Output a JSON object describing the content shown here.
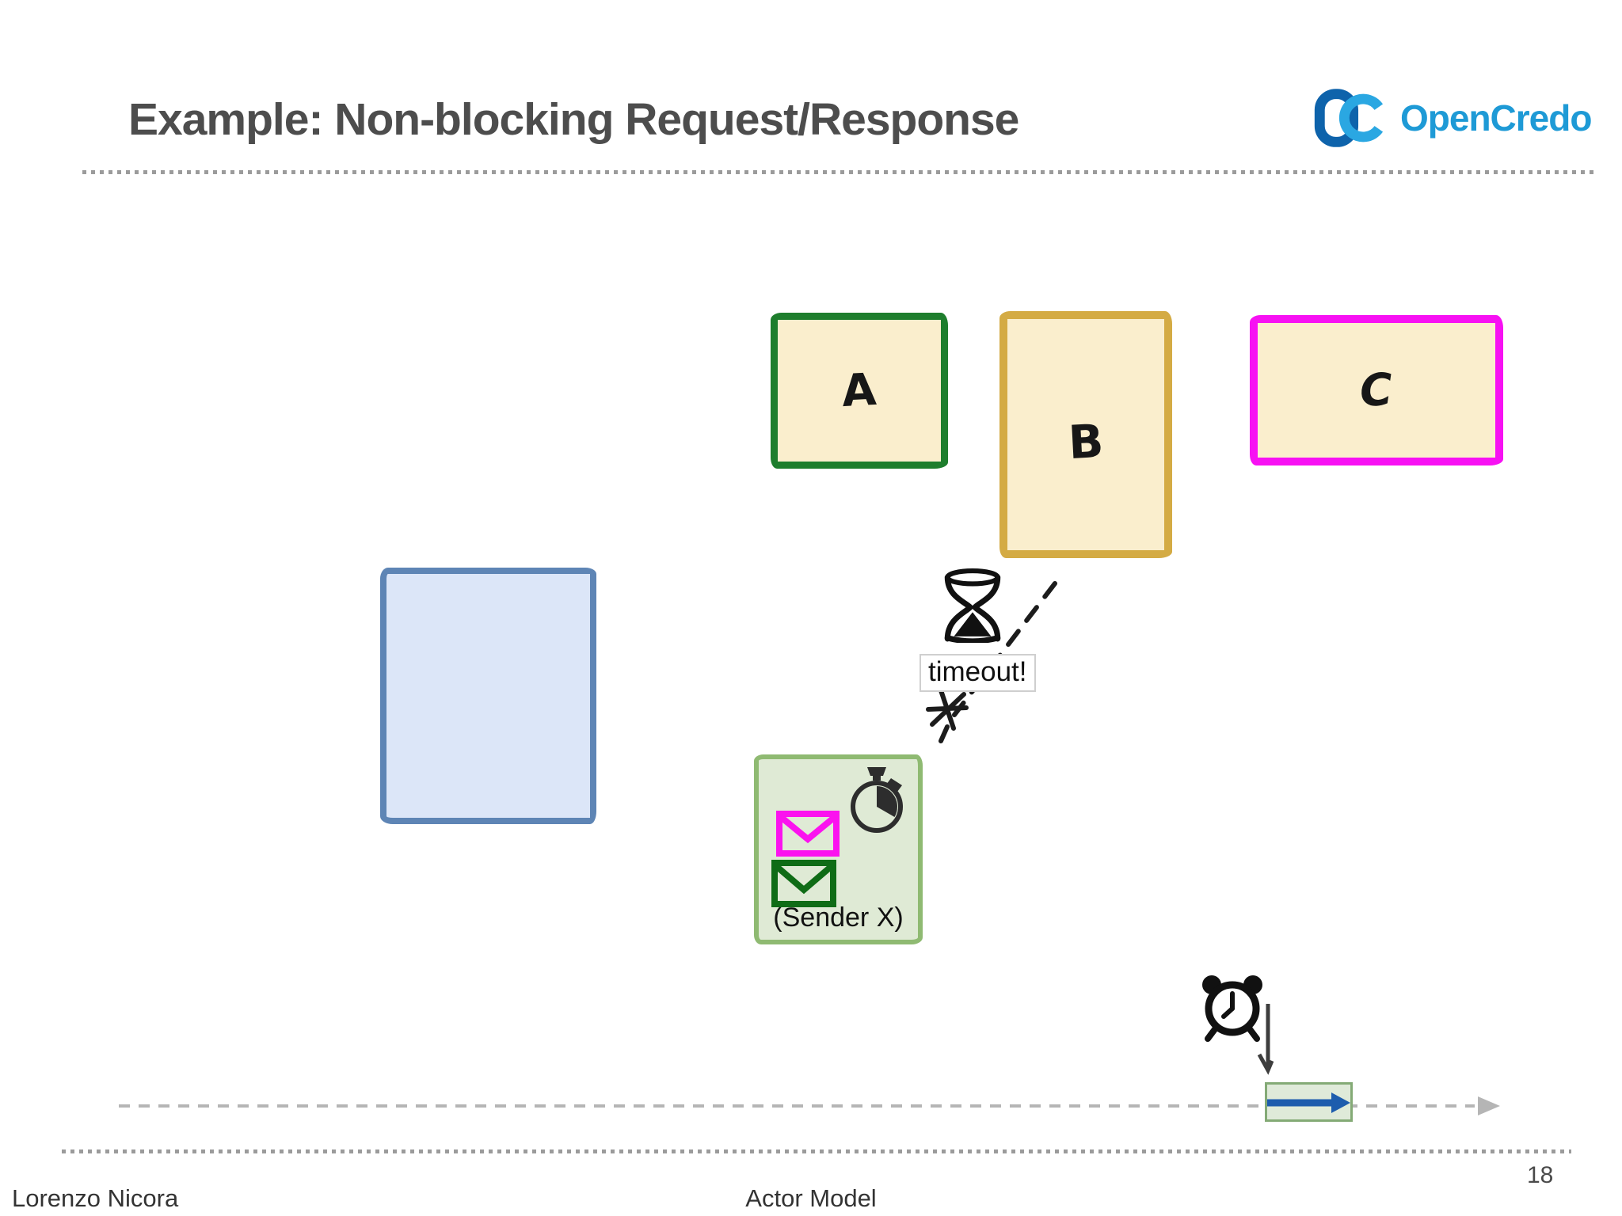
{
  "slide": {
    "title": "Example: Non-blocking Request/Response",
    "footer_left": "Lorenzo Nicora",
    "footer_center": "Actor Model",
    "page_number": "18"
  },
  "logo": {
    "brand": "OpenCredo",
    "monogram": "OC",
    "colors": {
      "o_dark_blue": "#0e63ab",
      "c_light_blue": "#2aa7e2",
      "text_blue": "#1e9ad6"
    }
  },
  "diagram": {
    "actors": [
      {
        "id": "A",
        "label": "A",
        "border_color": "#1e7e2d",
        "fill": "#faeecd"
      },
      {
        "id": "B",
        "label": "B",
        "border_color": "#d4ab44",
        "fill": "#faeecd"
      },
      {
        "id": "C",
        "label": "C",
        "border_color": "#f711f3",
        "fill": "#faeecd"
      }
    ],
    "future_box": {
      "border_color": "#5e85b5",
      "fill": "#dce6f8"
    },
    "timeout_label": "timeout!",
    "sender_box": {
      "label": "(Sender X)",
      "fill": "#dfead5",
      "border_color": "#8fba72",
      "magenta_envelope_color": "#fb12ef",
      "green_envelope_color": "#0f6c16"
    },
    "icons": {
      "hourglass": "hourglass-icon",
      "stopwatch": "stopwatch-icon",
      "alarm_clock": "alarm-clock-icon",
      "magenta_envelope": "envelope-icon",
      "green_envelope": "envelope-icon"
    },
    "timeline": {
      "line_color": "#b5b5b5",
      "highlight_box_fill": "#dfead9",
      "highlight_box_border": "#84aa76",
      "arrow_color": "#1d5cad"
    },
    "failed_message_line_color": "#1c1c1c"
  }
}
